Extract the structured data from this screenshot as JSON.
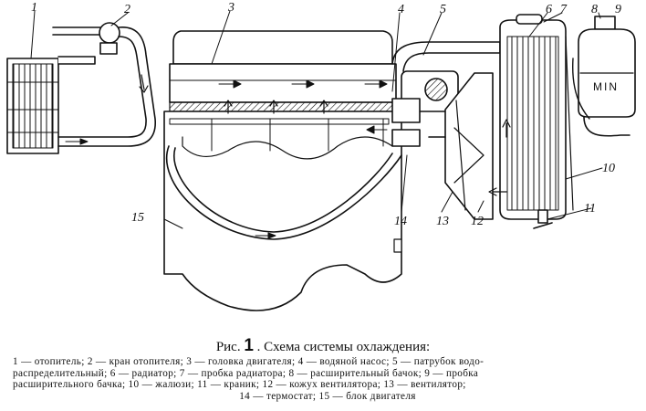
{
  "diagram": {
    "callouts": [
      "1",
      "2",
      "3",
      "4",
      "5",
      "6",
      "7",
      "8",
      "9",
      "10",
      "11",
      "12",
      "13",
      "14",
      "15"
    ],
    "tank_label": "MIN"
  },
  "caption": {
    "prefix": "Рис.",
    "figure_number": "1",
    "title": ". Схема системы охлаждения:",
    "legend_lines": [
      "1 — отопитель; 2 — кран отопителя; 3 — головка двигателя; 4 — водяной насос; 5 — патрубок водо-",
      "распределительный; 6 — радиатор; 7 — пробка радиатора; 8 — расширительный бачок; 9 — пробка",
      "расширительного бачка; 10 — жалюзи; 11 — краник; 12 — кожух вентилятора; 13 — вентилятор;",
      "14 — термостат; 15 — блок двигателя"
    ]
  }
}
